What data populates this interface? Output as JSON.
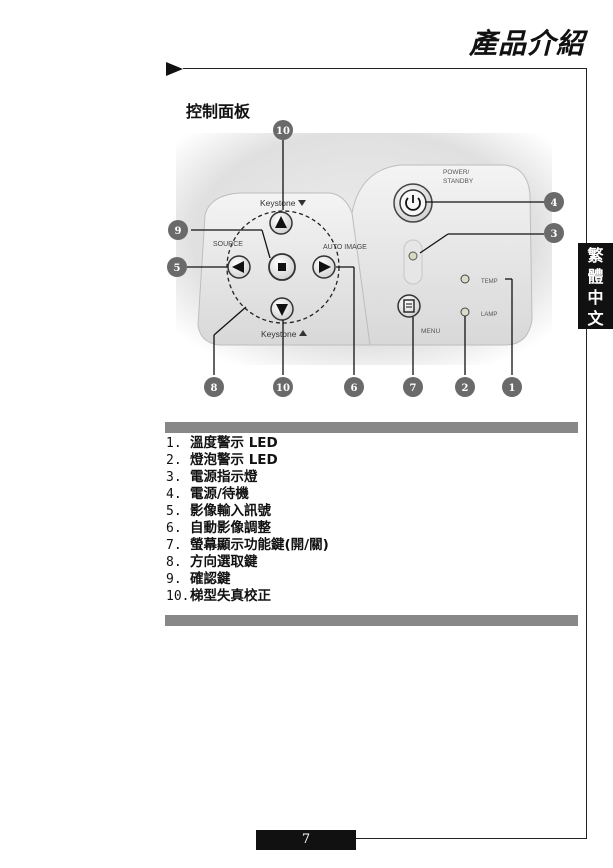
{
  "header": {
    "title": "產品介紹"
  },
  "section": {
    "heading": "控制面板"
  },
  "side_tab": {
    "chars": [
      "繁",
      "體",
      "中",
      "文"
    ]
  },
  "panel": {
    "labels": {
      "keystone_top": "Keystone",
      "keystone_bottom": "Keystone",
      "source": "SOURCE",
      "auto_image": "AUTO IMAGE",
      "power_line1": "POWER/",
      "power_line2": "STANDBY",
      "temp": "TEMP",
      "lamp": "LAMP",
      "menu": "MENU"
    },
    "callouts": {
      "top_10": "10",
      "c4": "4",
      "c3": "3",
      "c9": "9",
      "c5": "5",
      "b8": "8",
      "b10": "10",
      "b6": "6",
      "b7": "7",
      "b2": "2",
      "b1": "1"
    }
  },
  "items": [
    {
      "num": "1.",
      "label": "溫度警示 LED"
    },
    {
      "num": "2.",
      "label": "燈泡警示 LED"
    },
    {
      "num": "3.",
      "label": "電源指示燈"
    },
    {
      "num": "4.",
      "label": "電源/待機"
    },
    {
      "num": "5.",
      "label": "影像輸入訊號"
    },
    {
      "num": "6.",
      "label": "自動影像調整"
    },
    {
      "num": "7.",
      "label": "螢幕顯示功能鍵(開/關)"
    },
    {
      "num": "8.",
      "label": "方向選取鍵"
    },
    {
      "num": "9.",
      "label": "確認鍵"
    },
    {
      "num": "10.",
      "label": "梯型失真校正"
    }
  ],
  "page_number": "7"
}
